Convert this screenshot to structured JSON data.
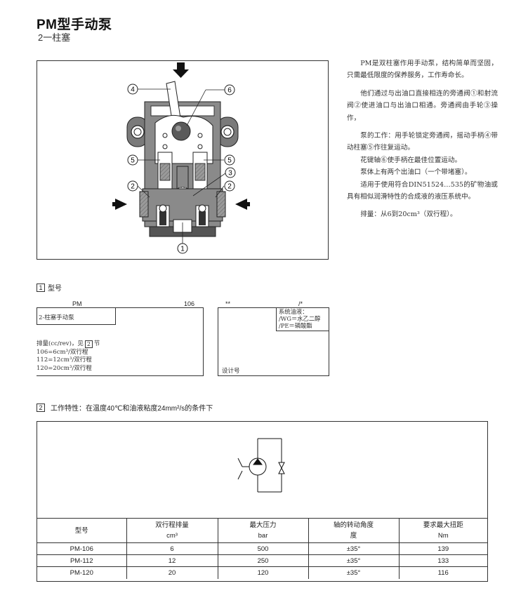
{
  "header": {
    "title": "PM型手动泵",
    "subtitle": "2一柱塞"
  },
  "figure": {
    "callouts": [
      "4",
      "6",
      "5",
      "5",
      "2",
      "3",
      "2",
      "1"
    ]
  },
  "description": [
    "PM是双柱塞作用手动泵，结构简单而坚固，只需最低限度的保养服务，工作寿命长。",
    "他们通过与出油口直接相连的旁通阀①和射流阀②使进油口与出油口相通。旁通阀由手轮③操作，",
    "泵的工作：用手轮锁定旁通阀，摇动手柄④带动柱塞⑤作往复运动。",
    "花键轴⑥使手柄在最佳位置运动。",
    "泵体上有两个出油口（一个带堵塞）。",
    "适用于使用符合DIN51524…535的矿物油或具有相似润滑特性的合成液的液压系统中。",
    "排量：从6到20cm³（双行程）。"
  ],
  "model_code": {
    "section_num": "1",
    "section_label": "型号",
    "pm": "PM",
    "pm_box": "2-柱塞手动泵",
    "num_code": "106",
    "star_code": "**",
    "slash_code": "/*",
    "design_label": "设计号",
    "fluid_title": "系统油液：",
    "fluid_lines": [
      "/WG＝水乙二醇",
      "/PE＝磷酸酯"
    ],
    "disp_title_pre": "排量(cc/rev)，见",
    "disp_title_ref": "2",
    "disp_title_post": "节",
    "disp_lines": [
      "106=6cm³/双行程",
      "112=12cm³/双行程",
      "120=20cm³/双行程"
    ]
  },
  "characteristics": {
    "section_num": "2",
    "label": "工作特性：在温度40℃和油液粘度24mm²/s的条件下",
    "headers": [
      {
        "l1": "型号",
        "l2": ""
      },
      {
        "l1": "双行程排量",
        "l2": "cm³"
      },
      {
        "l1": "最大压力",
        "l2": "bar"
      },
      {
        "l1": "轴的转动角度",
        "l2": "度"
      },
      {
        "l1": "要求最大扭距",
        "l2": "Nm"
      }
    ],
    "rows": [
      [
        "PM-106",
        "6",
        "500",
        "±35°",
        "139"
      ],
      [
        "PM-112",
        "12",
        "250",
        "±35°",
        "133"
      ],
      [
        "PM-120",
        "20",
        "120",
        "±35°",
        "116"
      ]
    ]
  }
}
